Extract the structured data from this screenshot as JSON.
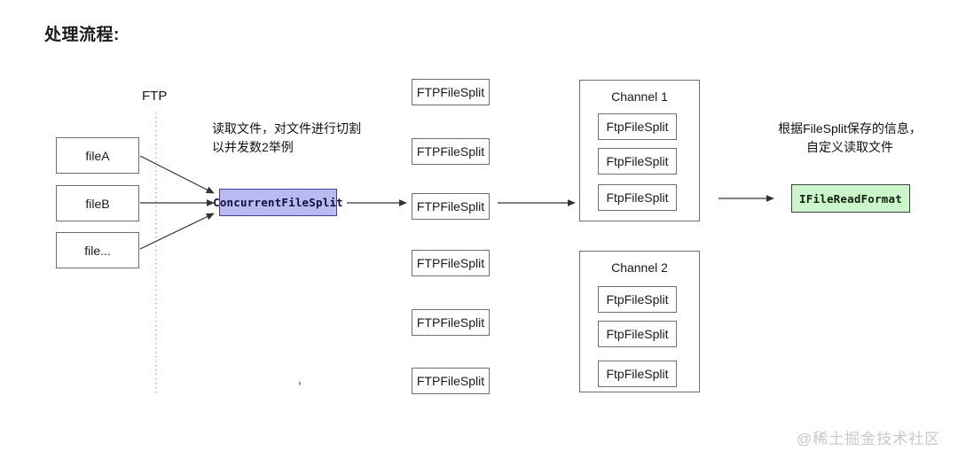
{
  "page": {
    "title": "处理流程:",
    "watermark": "@稀土掘金技术社区",
    "stray_mark": "'"
  },
  "ftp": {
    "label": "FTP"
  },
  "source_files": {
    "items": [
      "fileA",
      "fileB",
      "file..."
    ]
  },
  "split_note": {
    "line1": "读取文件，对文件进行切割",
    "line2": "以并发数2举例"
  },
  "concurrent_file_split": {
    "label": "ConcurrentFileSplit",
    "fill": "#b9baf1",
    "border": "#42428a"
  },
  "splits": {
    "items": [
      "FTPFileSplit",
      "FTPFileSplit",
      "FTPFileSplit",
      "FTPFileSplit",
      "FTPFileSplit",
      "FTPFileSplit"
    ]
  },
  "channels": [
    {
      "title": "Channel 1",
      "items": [
        "FtpFileSplit",
        "FtpFileSplit",
        "FtpFileSplit"
      ]
    },
    {
      "title": "Channel 2",
      "items": [
        "FtpFileSplit",
        "FtpFileSplit",
        "FtpFileSplit"
      ]
    }
  ],
  "read_note": {
    "line1": "根据FileSplit保存的信息，",
    "line2": "自定义读取文件"
  },
  "file_read_format": {
    "label": "IFileReadFormat",
    "fill": "#cdf5cb"
  },
  "diagram_colors": {
    "line": "#333333",
    "box_border": "#6f6f6f",
    "dashed_line": "#b0b0b0"
  }
}
